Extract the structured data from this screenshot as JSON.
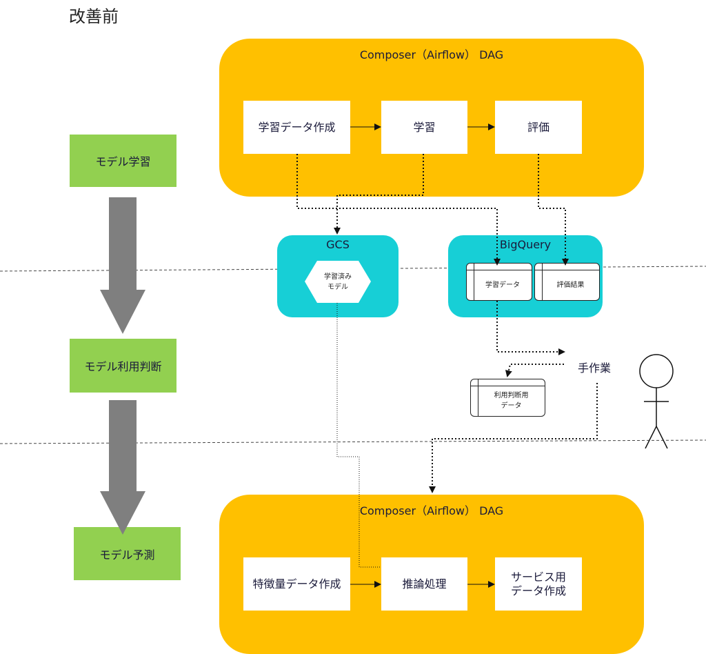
{
  "title": "改善前",
  "stages": {
    "training": "モデル学習",
    "decision": "モデル利用判断",
    "prediction": "モデル予測"
  },
  "dag_train": {
    "title": "Composer（Airflow） DAG",
    "steps": {
      "create_data": "学習データ作成",
      "train": "学習",
      "evaluate": "評価"
    }
  },
  "dag_predict": {
    "title": "Composer（Airflow） DAG",
    "steps": {
      "features": "特徴量データ作成",
      "inference": "推論処理",
      "service_data": "サービス用\nデータ作成"
    }
  },
  "gcs": {
    "title": "GCS",
    "model": "学習済み\nモデル"
  },
  "bigquery": {
    "title": "BigQuery",
    "training_data": "学習データ",
    "eval_results": "評価結果"
  },
  "manual_work": "手作業",
  "decision_data": "利用判断用\nデータ"
}
